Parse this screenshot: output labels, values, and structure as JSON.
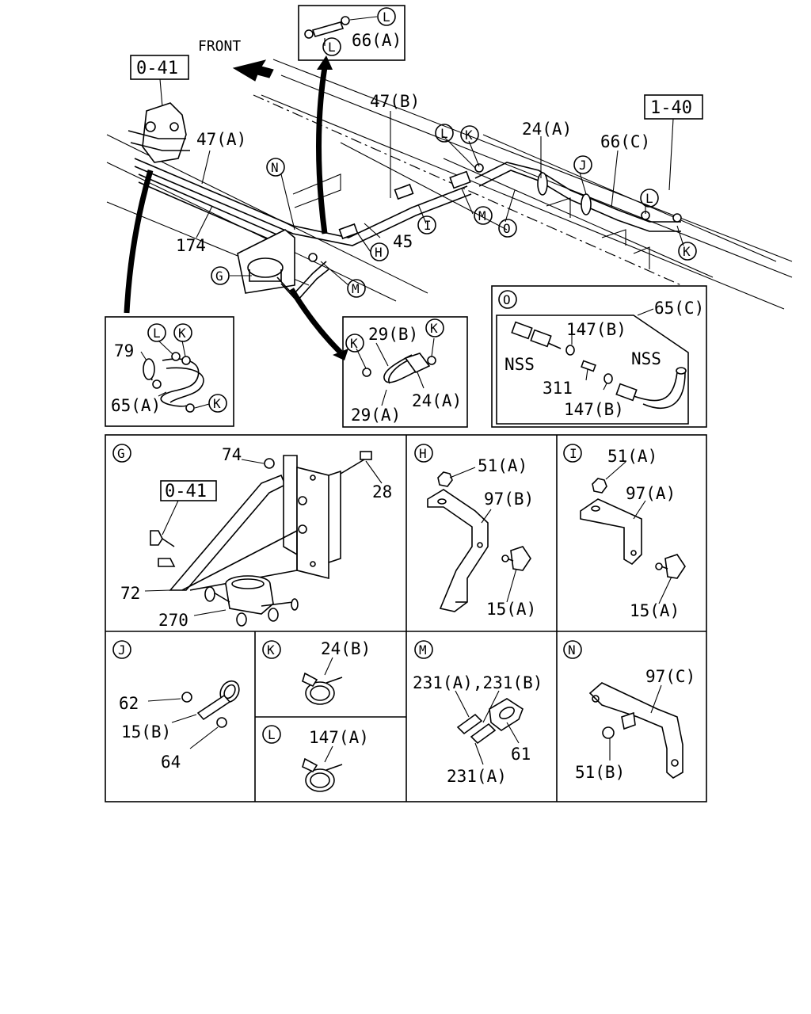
{
  "refs": {
    "group_0_41": "0-41",
    "group_1_40": "1-40"
  },
  "front_label": "FRONT",
  "main_labels": {
    "p47a": "47(A)",
    "p47b": "47(B)",
    "p174": "174",
    "p45": "45",
    "p24a": "24(A)",
    "p66c": "66(C)"
  },
  "letters": {
    "G": "G",
    "H": "H",
    "I": "I",
    "J": "J",
    "K": "K",
    "L": "L",
    "M": "M",
    "N": "N",
    "O": "O"
  },
  "inset_top": {
    "p66a": "66(A)"
  },
  "inset_left": {
    "p79": "79",
    "p65a": "65(A)"
  },
  "inset_mid": {
    "p29b": "29(B)",
    "p29a": "29(A)",
    "p24a": "24(A)"
  },
  "panel_O": {
    "p65c": "65(C)",
    "p147b_1": "147(B)",
    "p147b_2": "147(B)",
    "nss_1": "NSS",
    "nss_2": "NSS",
    "p311": "311"
  },
  "panel_G": {
    "p74": "74",
    "p28": "28",
    "ref": "0-41",
    "p72": "72",
    "p270": "270"
  },
  "panel_H": {
    "p51a": "51(A)",
    "p97b": "97(B)",
    "p15a": "15(A)"
  },
  "panel_I": {
    "p51a": "51(A)",
    "p97a": "97(A)",
    "p15a": "15(A)"
  },
  "panel_J": {
    "p62": "62",
    "p15b": "15(B)",
    "p64": "64"
  },
  "panel_K": {
    "p24b": "24(B)"
  },
  "panel_L": {
    "p147a": "147(A)"
  },
  "panel_M": {
    "p231ab": "231(A),231(B)",
    "p61": "61",
    "p231a": "231(A)"
  },
  "panel_N": {
    "p97c": "97(C)",
    "p51b": "51(B)"
  }
}
